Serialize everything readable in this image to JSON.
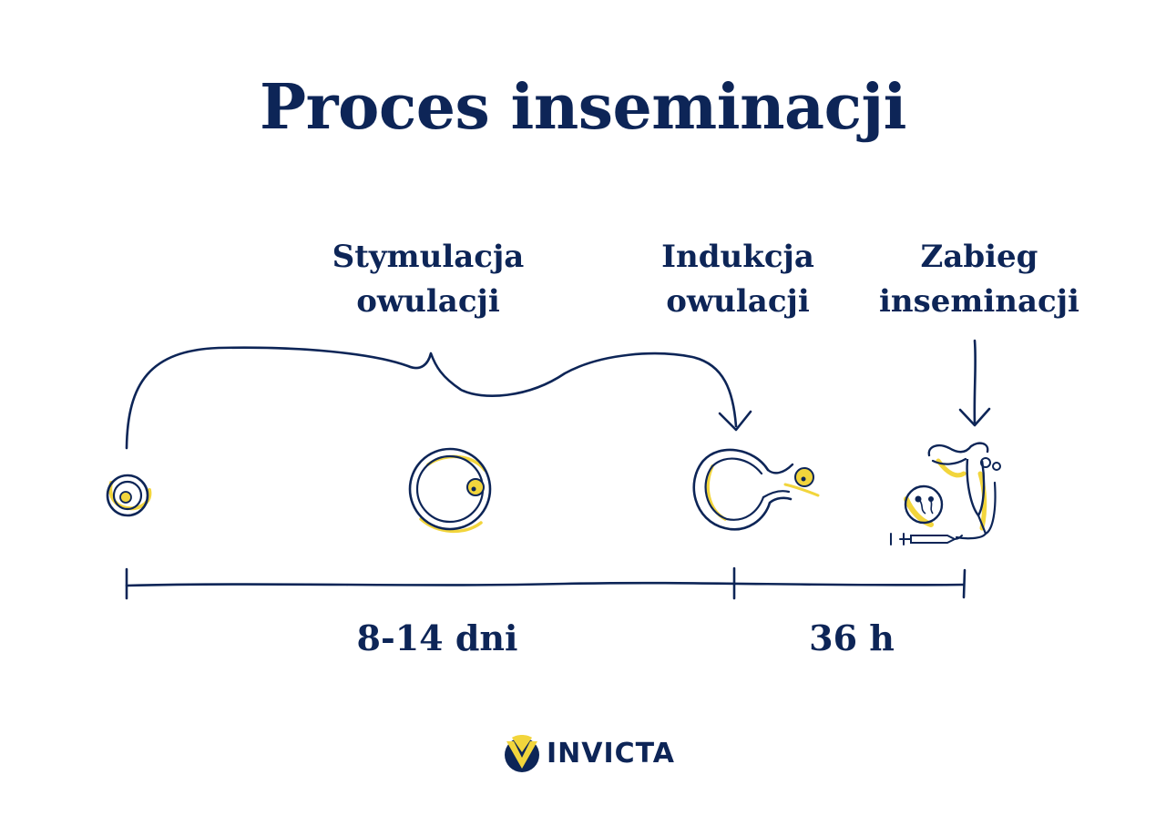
{
  "title": "Proces inseminacji",
  "stages": {
    "stimulation": {
      "line1": "Stymulacja",
      "line2": "owulacji"
    },
    "induction": {
      "line1": "Indukcja",
      "line2": "owulacji"
    },
    "insemination": {
      "line1": "Zabieg",
      "line2": "inseminacji"
    }
  },
  "durations": {
    "first": "8-14 dni",
    "second": "36 h"
  },
  "logo": {
    "text": "INVICTA"
  },
  "colors": {
    "navy": "#0d2557",
    "yellow": "#f2d53c"
  },
  "icons": [
    "small-follicle-icon",
    "growing-follicle-icon",
    "ovulation-icon",
    "insemination-icon"
  ]
}
